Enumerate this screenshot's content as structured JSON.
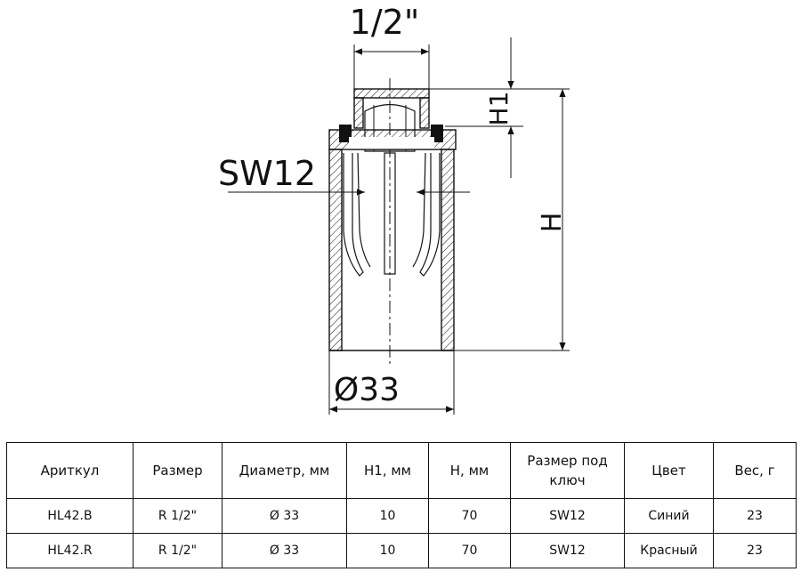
{
  "drawing": {
    "labels": {
      "thread": "1/2\"",
      "wrench": "SW12",
      "h1": "H1",
      "h": "H",
      "diameter": "Ø33"
    }
  },
  "table": {
    "headers": [
      "Ариткул",
      "Размер",
      "Диаметр, мм",
      "H1, мм",
      "H, мм",
      "Размер под ключ",
      "Цвет",
      "Вес, г"
    ],
    "rows": [
      [
        "HL42.B",
        "R 1/2\"",
        "Ø 33",
        "10",
        "70",
        "SW12",
        "Синий",
        "23"
      ],
      [
        "HL42.R",
        "R 1/2\"",
        "Ø 33",
        "10",
        "70",
        "SW12",
        "Красный",
        "23"
      ]
    ]
  }
}
